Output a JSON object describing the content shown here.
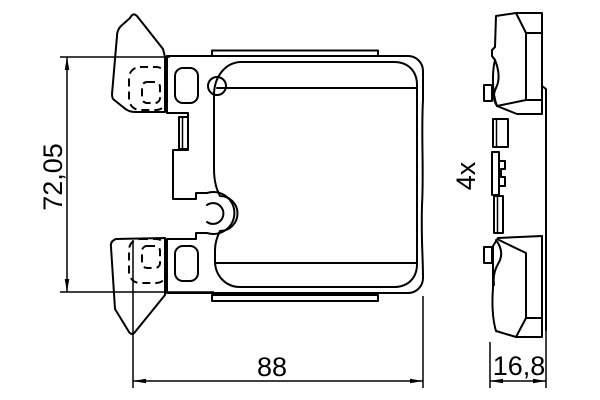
{
  "drawing": {
    "title": "brake-pad-technical-drawing",
    "colors": {
      "line": "#000000",
      "background": "#ffffff"
    },
    "dimensions": {
      "height_label": "72,05",
      "width_label": "88",
      "thickness_label": "16,8",
      "quantity_label": "4x"
    }
  }
}
